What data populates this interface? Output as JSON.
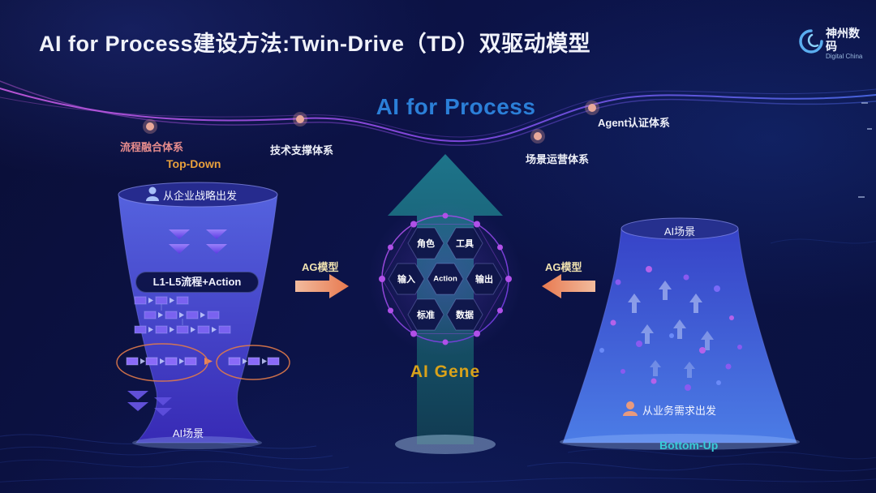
{
  "title": "AI for Process建设方法:Twin-Drive（TD）双驱动模型",
  "logo": {
    "name": "神州数码",
    "subtitle": "Digital China"
  },
  "heading": "AI for Process",
  "milestones": [
    {
      "label": "流程融合体系"
    },
    {
      "label": "技术支撑体系"
    },
    {
      "label": "场景运营体系"
    },
    {
      "label": "Agent认证体系"
    }
  ],
  "left_funnel": {
    "direction": "Top-Down",
    "strategy": "从企业战略出发",
    "process_pill": "L1-L5流程+Action",
    "scene": "AI场景"
  },
  "right_funnel": {
    "direction": "Bottom-Up",
    "scene": "AI场景",
    "need": "从业务需求出发"
  },
  "gene": {
    "title": "AI Gene",
    "hexagons": [
      "角色",
      "工具",
      "输入",
      "Action",
      "输出",
      "标准",
      "数据"
    ]
  },
  "ag_model": {
    "left": "AG模型",
    "right": "AG模型"
  },
  "colors": {
    "background": "#0b1040",
    "heading_blue": "#2b7fd8",
    "accent_orange": "#e8845a",
    "gold": "#d9a21a",
    "teal": "#38ccd8",
    "top_down_orange": "#e8a03c",
    "milestone_pink": "#e88d8d",
    "funnel_blue": "#4a5ae0",
    "network_purple": "#b052e8"
  }
}
